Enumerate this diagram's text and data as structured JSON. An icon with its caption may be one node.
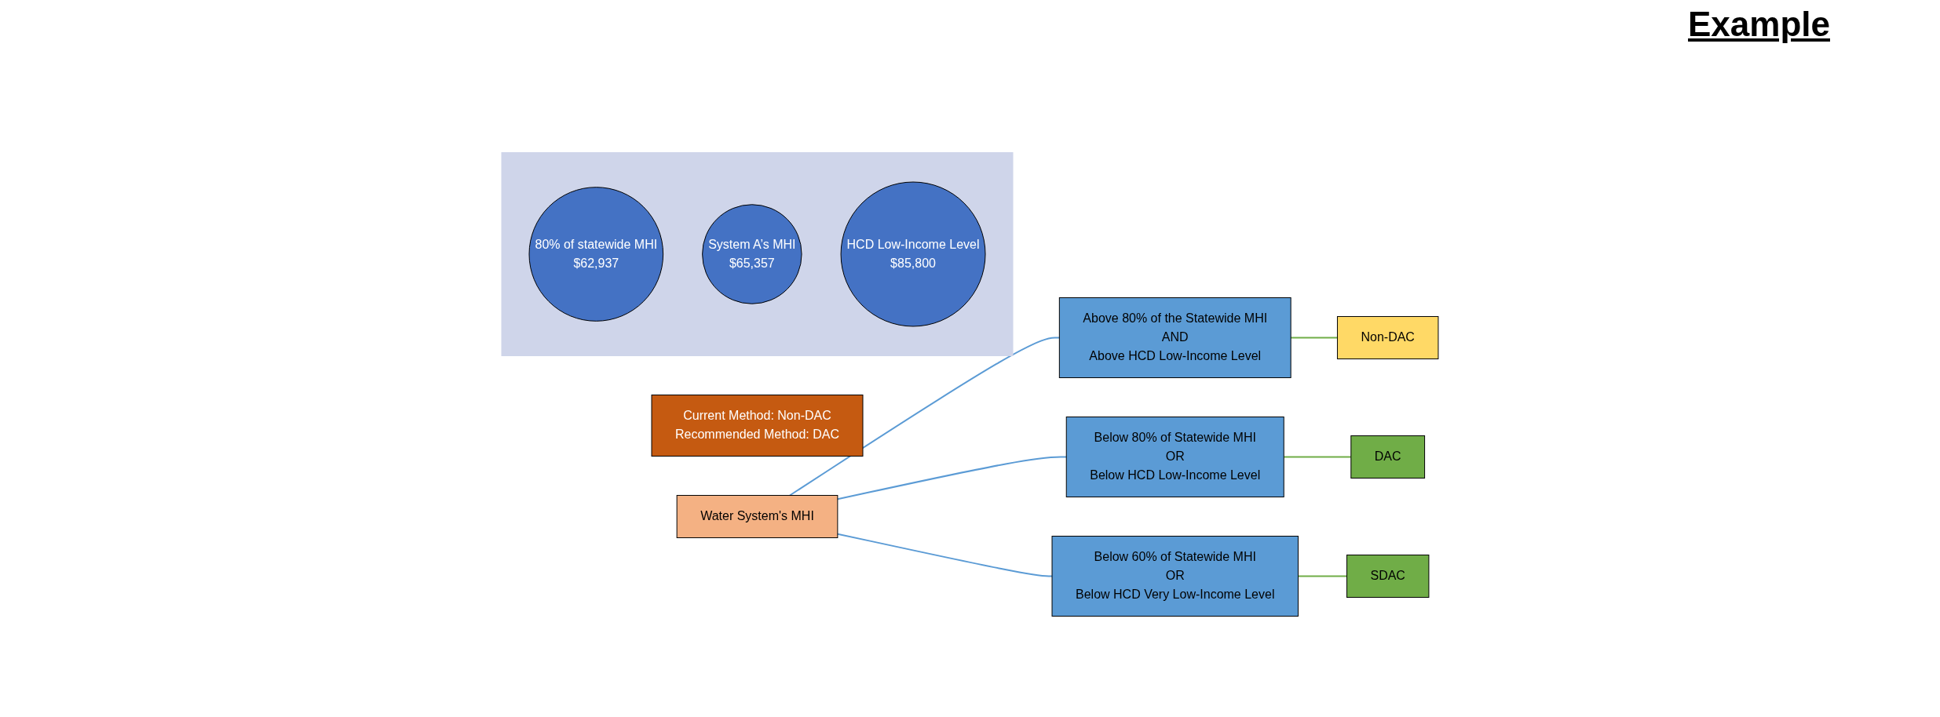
{
  "diagram": {
    "title": "Example",
    "nodes": [
      {
        "text": [
          "Water System's MHI"
        ]
      },
      {
        "text": [
          "Above 80% of the Statewide MHI",
          "AND",
          "Above HCD Low-Income Level"
        ]
      },
      {
        "text": [
          "Non-DAC"
        ]
      },
      {
        "text": [
          "Below 80% of Statewide MHI",
          "OR",
          "Below HCD Low-Income Level"
        ]
      },
      {
        "text": [
          "DAC"
        ]
      },
      {
        "text": [
          "Below 60% of Statewide MHI",
          "OR",
          "Below HCD Very Low-Income Level"
        ]
      },
      {
        "text": [
          "SDAC"
        ]
      },
      {
        "text": [],
        "shape": "arrow"
      },
      {
        "text": [
          "80% of statewide MHI",
          "$62,937"
        ],
        "in": 7
      },
      {
        "text": [
          "System A’s MHI",
          "$65,357"
        ],
        "in": 7
      },
      {
        "text": [
          "HCD Low-Income Level",
          "$85,800"
        ],
        "in": 7
      },
      {
        "text": [
          "Current Method:  Non-DAC",
          "Recommended Method:  DAC"
        ]
      }
    ],
    "edges": [
      {
        "from": 0,
        "to": 1,
        "arrow": "none",
        "color": "#5b9bd5"
      },
      {
        "from": 0,
        "to": 3,
        "arrow": "none",
        "color": "#5b9bd5"
      },
      {
        "from": 0,
        "to": 5,
        "arrow": "none",
        "color": "#5b9bd5"
      },
      {
        "from": 1,
        "to": 2,
        "arrow": "none",
        "color": "#70ad47"
      },
      {
        "from": 3,
        "to": 4,
        "arrow": "none",
        "color": "#70ad47"
      },
      {
        "from": 5,
        "to": 6,
        "arrow": "none",
        "color": "#70ad47"
      }
    ]
  }
}
